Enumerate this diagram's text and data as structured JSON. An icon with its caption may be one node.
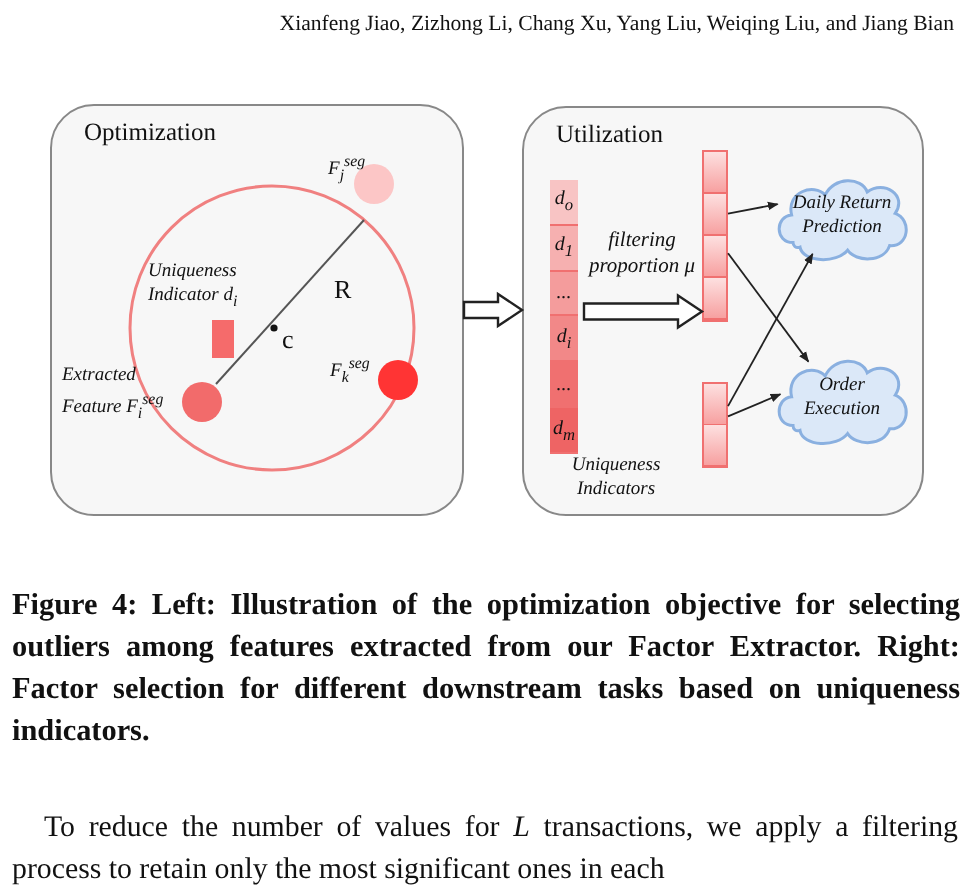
{
  "diagram": {
    "caption": "Figure 4: Left: Illustration of the optimization objective for selecting outliers among features extracted from our Factor Extractor. Right: Factor selection for different downstream tasks based on uniqueness indicators.",
    "nodes": [
      {
        "text": [
          "Optimization"
        ]
      },
      {
        "text": [],
        "shape": "circle",
        "in": 0,
        "beside": [
          "F$_{j}$$^{seg}$"
        ]
      },
      {
        "text": [],
        "shape": "bar",
        "in": 0,
        "beside": [
          "Uniqueness Indicator d$_{i}$"
        ]
      },
      {
        "text": [],
        "shape": "circle",
        "in": 0,
        "beside": [
          "Extracted Feature F$_{i}$$^{seg}$"
        ]
      },
      {
        "text": [],
        "shape": "circle",
        "in": 0,
        "beside": [
          "F$_{k}$$^{seg}$"
        ]
      },
      {
        "text": [
          "Utilization"
        ]
      },
      {
        "text": [
          "d$_{o}$",
          "d$_{1}$",
          "...",
          "d$_{i}$",
          "...",
          "d$_{m}$"
        ],
        "in": 5,
        "beside": [
          "Uniqueness Indicators"
        ]
      },
      {
        "text": [],
        "shape": "bar",
        "in": 5
      },
      {
        "text": [],
        "shape": "bar",
        "in": 5
      },
      {
        "text": [
          "Daily Return Prediction"
        ],
        "in": 5
      },
      {
        "text": [
          "Order Execution"
        ],
        "in": 5
      }
    ],
    "edges": [
      {
        "from": 0,
        "to": 5,
        "arrow": "to",
        "style": "thick"
      },
      {
        "from": 6,
        "to": 7,
        "arrow": "to",
        "style": "thick",
        "label": "filtering proportion μ"
      },
      {
        "from": 7,
        "to": 9,
        "arrow": "to"
      },
      {
        "from": 7,
        "to": 10,
        "arrow": "to"
      },
      {
        "from": 8,
        "to": 9,
        "arrow": "to"
      },
      {
        "from": 8,
        "to": 10,
        "arrow": "to"
      }
    ],
    "labels": [
      "Xianfeng Jiao, Zizhong Li, Chang Xu, Yang Liu, Weiqing Liu, and Jiang Bian",
      "R",
      "c",
      "To reduce the number of values for *L* transactions, we apply a filtering process to retain only the most significant ones in each"
    ]
  }
}
